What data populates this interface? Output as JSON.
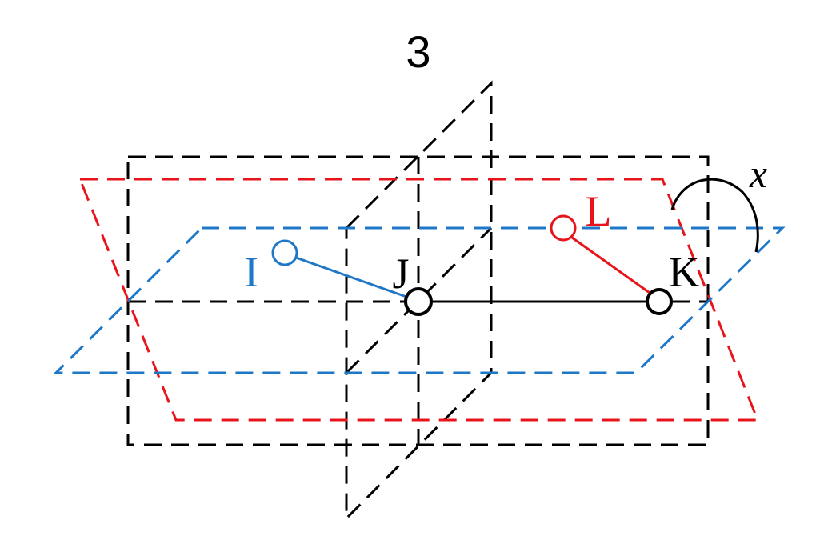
{
  "diagram": {
    "title": "3",
    "colors": {
      "black": "#000000",
      "red": "#e8141b",
      "blue": "#1f77c8",
      "background": "#ffffff"
    },
    "atoms": {
      "I": {
        "label": "I",
        "color": "blue"
      },
      "J": {
        "label": "J",
        "color": "black"
      },
      "K": {
        "label": "K",
        "color": "black"
      },
      "L": {
        "label": "L",
        "color": "red"
      }
    },
    "dihedral": {
      "label": "x"
    }
  }
}
